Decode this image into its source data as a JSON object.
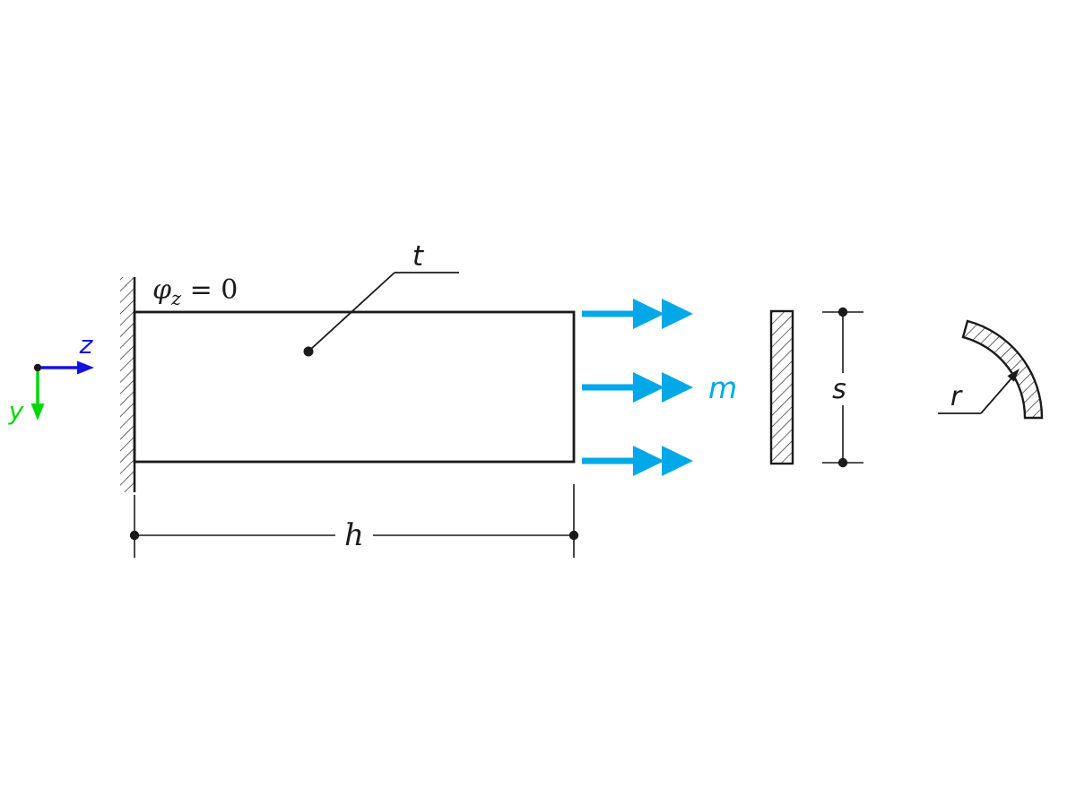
{
  "diagram": {
    "boundary_condition": {
      "phi": "φ",
      "sub": "z",
      "rest": " = 0"
    },
    "axes": {
      "z": "z",
      "y": "y"
    },
    "labels": {
      "thickness": "t",
      "moment": "m",
      "section_depth": "s",
      "radius": "r",
      "length": "h"
    }
  },
  "colors": {
    "outline": "#1a1a1a",
    "moment": "#00A8E8",
    "axis_z": "#1212E0",
    "axis_y": "#00D800"
  }
}
